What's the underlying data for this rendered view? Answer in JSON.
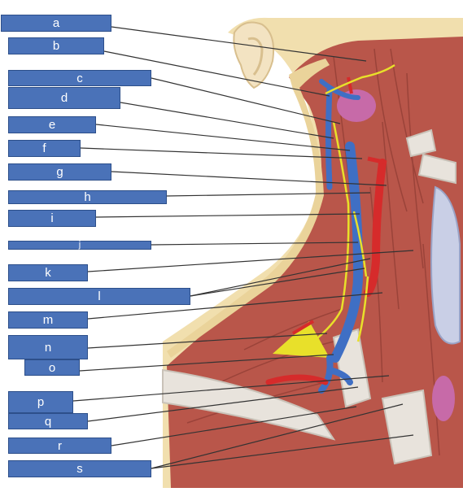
{
  "labels": [
    "a",
    "b",
    "c",
    "d",
    "e",
    "f",
    "g",
    "h",
    "i",
    "j",
    "k",
    "l",
    "m",
    "n",
    "o",
    "p",
    "q",
    "r",
    "s"
  ],
  "colors": {
    "label_fill": "#4a72b8",
    "label_border": "#2d4f8a",
    "label_text": "#ffffff",
    "leader_line": "#333333",
    "muscle": "#b9564a",
    "muscle_dark": "#8e3b33",
    "skin": "#f1dfae",
    "vein": "#3f6fc4",
    "artery": "#d62b2b",
    "nerve": "#e8e02a",
    "gland": "#c76aa8",
    "bone_tendon": "#e8e3dc"
  }
}
